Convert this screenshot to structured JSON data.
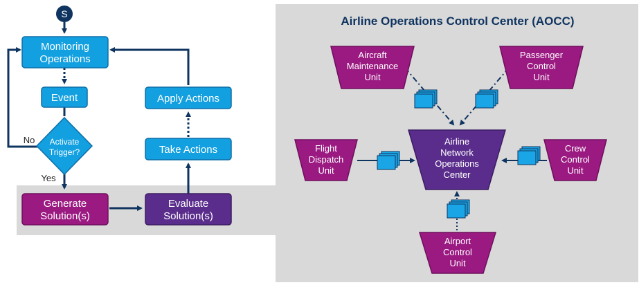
{
  "colors": {
    "panel_bg": "#d9d9d9",
    "process_fill": "#13a0e0",
    "process_stroke": "#0f6fa8",
    "navy": "#0f3460",
    "magenta": "#9b1a82",
    "purple": "#5a2d8c",
    "doc_fill": "#1aa6e6"
  },
  "flowchart": {
    "start_label": "S",
    "monitoring": [
      "Monitoring",
      "Operations"
    ],
    "event": "Event",
    "decision": [
      "Activate",
      "Trigger?"
    ],
    "no_label": "No",
    "yes_label": "Yes",
    "generate": [
      "Generate",
      "Solution(s)"
    ],
    "evaluate": [
      "Evaluate",
      "Solution(s)"
    ],
    "take_actions": "Take Actions",
    "apply_actions": "Apply Actions"
  },
  "aocc": {
    "title": "Airline Operations Control Center (AOCC)",
    "maintenance": [
      "Aircraft",
      "Maintenance",
      "Unit"
    ],
    "passenger": [
      "Passenger",
      "Control",
      "Unit"
    ],
    "dispatch": [
      "Flight",
      "Dispatch",
      "Unit"
    ],
    "network": [
      "Airline",
      "Network",
      "Operations",
      "Center"
    ],
    "crew": [
      "Crew",
      "Control",
      "Unit"
    ],
    "airport": [
      "Airport",
      "Control",
      "Unit"
    ]
  }
}
